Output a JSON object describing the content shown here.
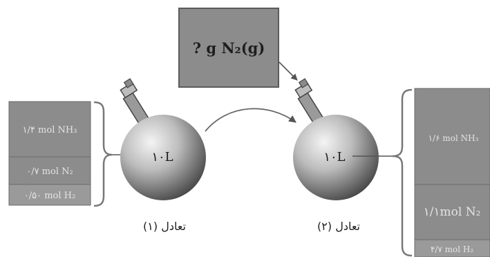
{
  "question_box": {
    "text": "? g N₂(g)"
  },
  "flask_1": {
    "volume": "۱۰L",
    "caption": "تعادل (۱)",
    "components": [
      {
        "label": "۱/۴ mol NH₃"
      },
      {
        "label": "۰/۷ mol N₂"
      },
      {
        "label": "۰/۵۰ mol H₂"
      }
    ]
  },
  "flask_2": {
    "volume": "۱۰L",
    "caption": "تعادل (۲)",
    "components": [
      {
        "label": "۱/۶ mol NH₃"
      },
      {
        "label": "۱/۱mol N₂"
      },
      {
        "label": "۴/۷ mol H₂"
      }
    ]
  },
  "colors": {
    "box_fill": "#8c8c8c",
    "box_border": "#5a5a5a",
    "sphere_light": "#f4f4f4",
    "sphere_dark": "#4a4a4a",
    "bracket": "#777777",
    "text_dark": "#1e1e1e",
    "text_on_box": "#e4e4e4"
  }
}
